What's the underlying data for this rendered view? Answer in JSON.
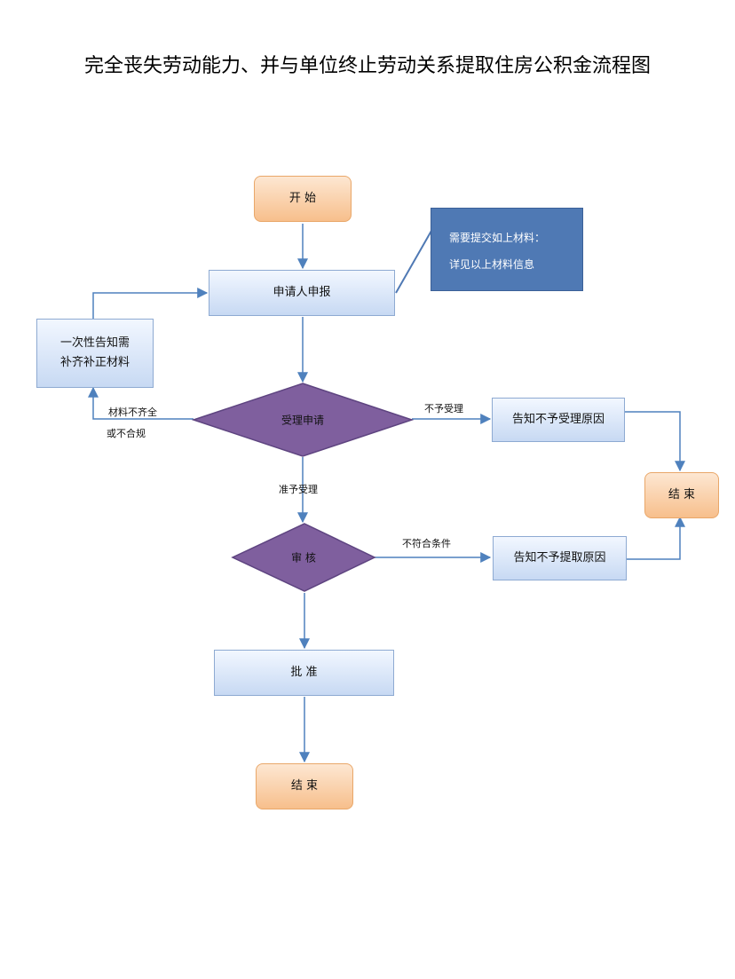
{
  "title": "完全丧失劳动能力、并与单位终止劳动关系提取住房公积金流程图",
  "nodes": {
    "start": "开  始",
    "apply": "申请人申报",
    "note_line1": "需要提交如上材料：",
    "note_line2": "详见以上材料信息",
    "notify_line1": "一次性告知需",
    "notify_line2": "补齐补正材料",
    "accept": "受理申请",
    "not_accept_reason": "告知不予受理原因",
    "end_right": "结  束",
    "review": "审  核",
    "not_withdraw_reason": "告知不予提取原因",
    "approve": "批  准",
    "end_bottom": "结  束"
  },
  "edge_labels": {
    "incomplete_line1": "材料不齐全",
    "incomplete_line2": "或不合规",
    "not_accepted": "不予受理",
    "accepted": "准予受理",
    "not_qualified": "不符合条件"
  },
  "colors": {
    "arrow": "#4f81bd",
    "diamond_fill": "#7f5f9e",
    "diamond_stroke": "#5e4480",
    "note_fill": "#4f79b4"
  }
}
